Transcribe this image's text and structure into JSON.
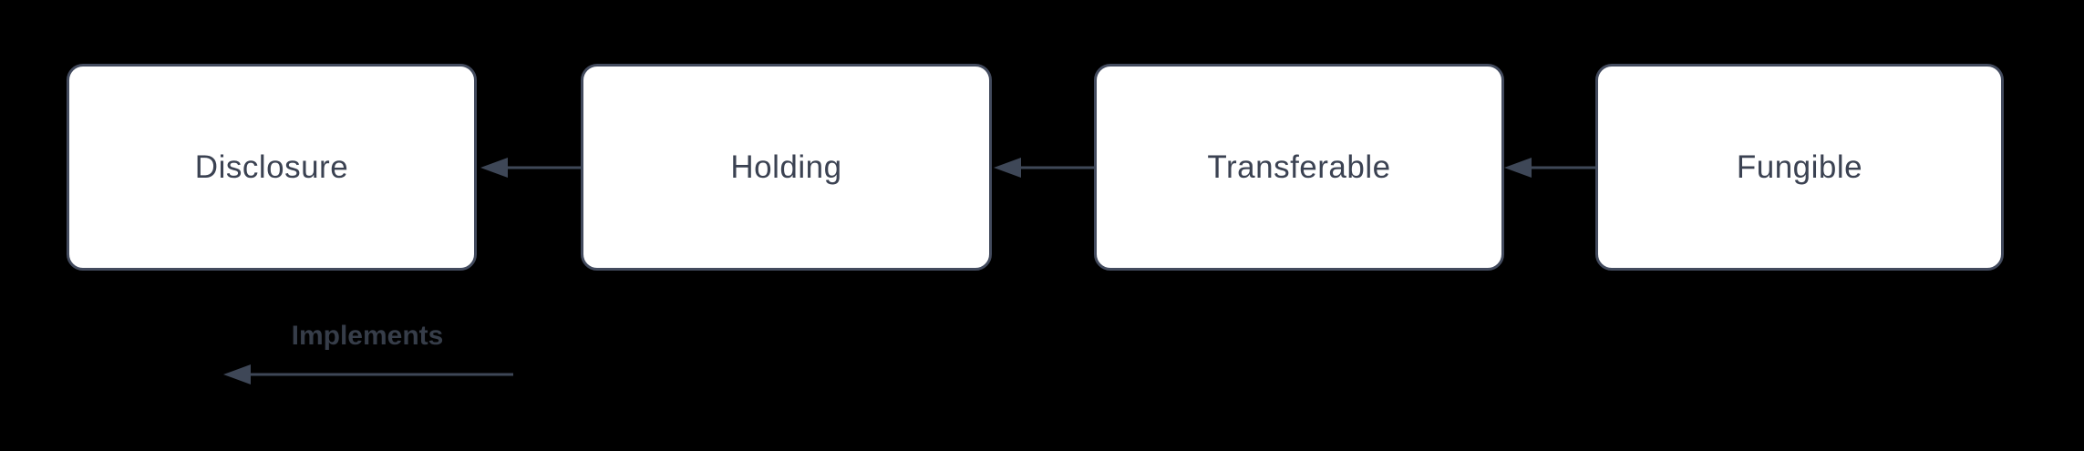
{
  "diagram": {
    "nodes": [
      {
        "label": "Disclosure"
      },
      {
        "label": "Holding"
      },
      {
        "label": "Transferable"
      },
      {
        "label": "Fungible"
      }
    ],
    "edges": [
      {
        "from": "Holding",
        "to": "Disclosure"
      },
      {
        "from": "Transferable",
        "to": "Holding"
      },
      {
        "from": "Fungible",
        "to": "Transferable"
      }
    ],
    "legend": {
      "label": "Implements"
    },
    "colors": {
      "background": "#000000",
      "node_fill": "#ffffff",
      "node_border": "#434b5e",
      "node_text": "#3b4252",
      "connector": "#3e4757",
      "legend_text": "#363d49"
    }
  }
}
